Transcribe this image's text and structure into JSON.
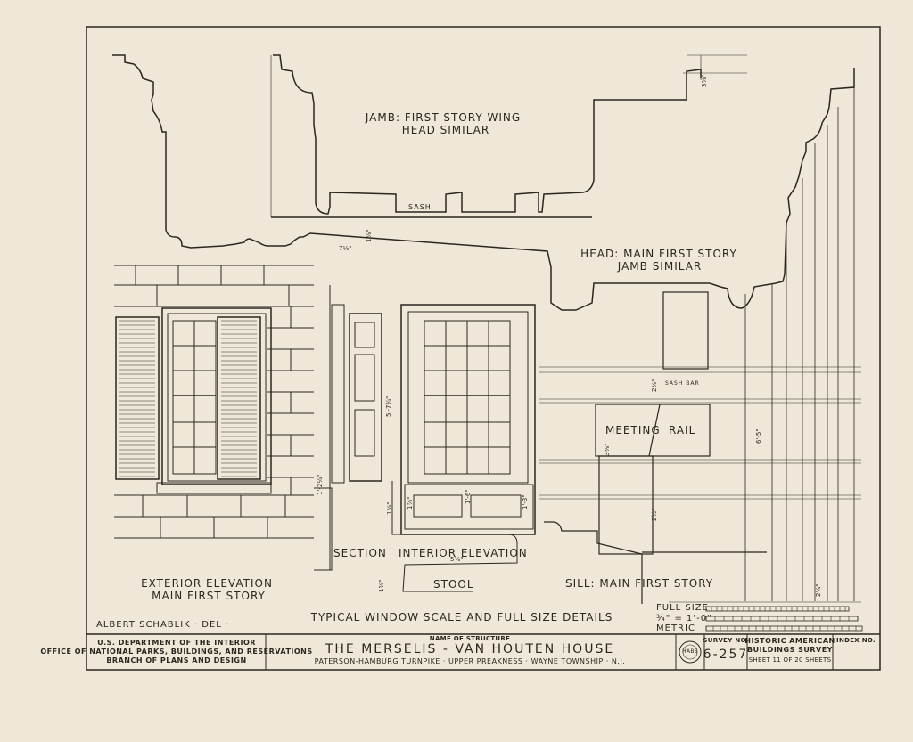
{
  "drawing": {
    "labels": {
      "jamb_wing_1": "JAMB: FIRST STORY WING",
      "jamb_wing_2": "HEAD SIMILAR",
      "head_main_1": "HEAD: MAIN FIRST STORY",
      "head_main_2": "JAMB SIMILAR",
      "sash": "SASH",
      "sash_bar": "SASH BAR",
      "meeting": "MEETING",
      "rail": "RAIL",
      "section": "SECTION",
      "interior_elevation": "INTERIOR ELEVATION",
      "stool": "STOOL",
      "sill_main": "SILL: MAIN FIRST STORY",
      "exterior_1": "EXTERIOR ELEVATION",
      "exterior_2": "MAIN FIRST STORY",
      "typical": "TYPICAL WINDOW SCALE AND FULL SIZE DETAILS",
      "delineator": "ALBERT SCHABLIK · DEL ·"
    },
    "dimensions": {
      "d1": "7⅛\"",
      "d2": "3⅞\"",
      "d3": "5'-7¾\"",
      "d4": "6'-5\"",
      "d5": "1'-2¼\"",
      "d6": "1⅝\"",
      "d7": "1⅞\"",
      "d8": "1'-6\"",
      "d9": "1'-3\"",
      "d10": "5⅞\"",
      "d11": "1⅝\"",
      "d12": "2⅝\"",
      "d13": "2½\"",
      "d14": "1⅝\"",
      "d15": "2¼\"",
      "d16": "3⅜\""
    },
    "scale": {
      "full_size": "FULL SIZE",
      "imperial": "¾\" = 1'-0\"",
      "metric": "METRIC"
    }
  },
  "titleblock": {
    "agency_1": "U.S. DEPARTMENT OF THE INTERIOR",
    "agency_2": "OFFICE OF NATIONAL PARKS, BUILDINGS, AND RESERVATIONS",
    "agency_3": "BRANCH OF PLANS AND DESIGN",
    "name_label": "NAME OF STRUCTURE",
    "structure_name": "THE MERSELIS - VAN HOUTEN HOUSE",
    "address": "PATERSON-HAMBURG TURNPIKE · UPPER PREAKNESS · WAYNE TOWNSHIP · N.J.",
    "seal_text": "HABS",
    "survey_label": "SURVEY NO.",
    "survey_no": "6-257",
    "habs_1": "HISTORIC AMERICAN",
    "habs_2": "BUILDINGS SURVEY",
    "sheet_info": "SHEET 11 OF 20 SHEETS",
    "index_label": "INDEX NO."
  },
  "colors": {
    "paper": "#efe8d8",
    "ink": "#2b2620"
  }
}
